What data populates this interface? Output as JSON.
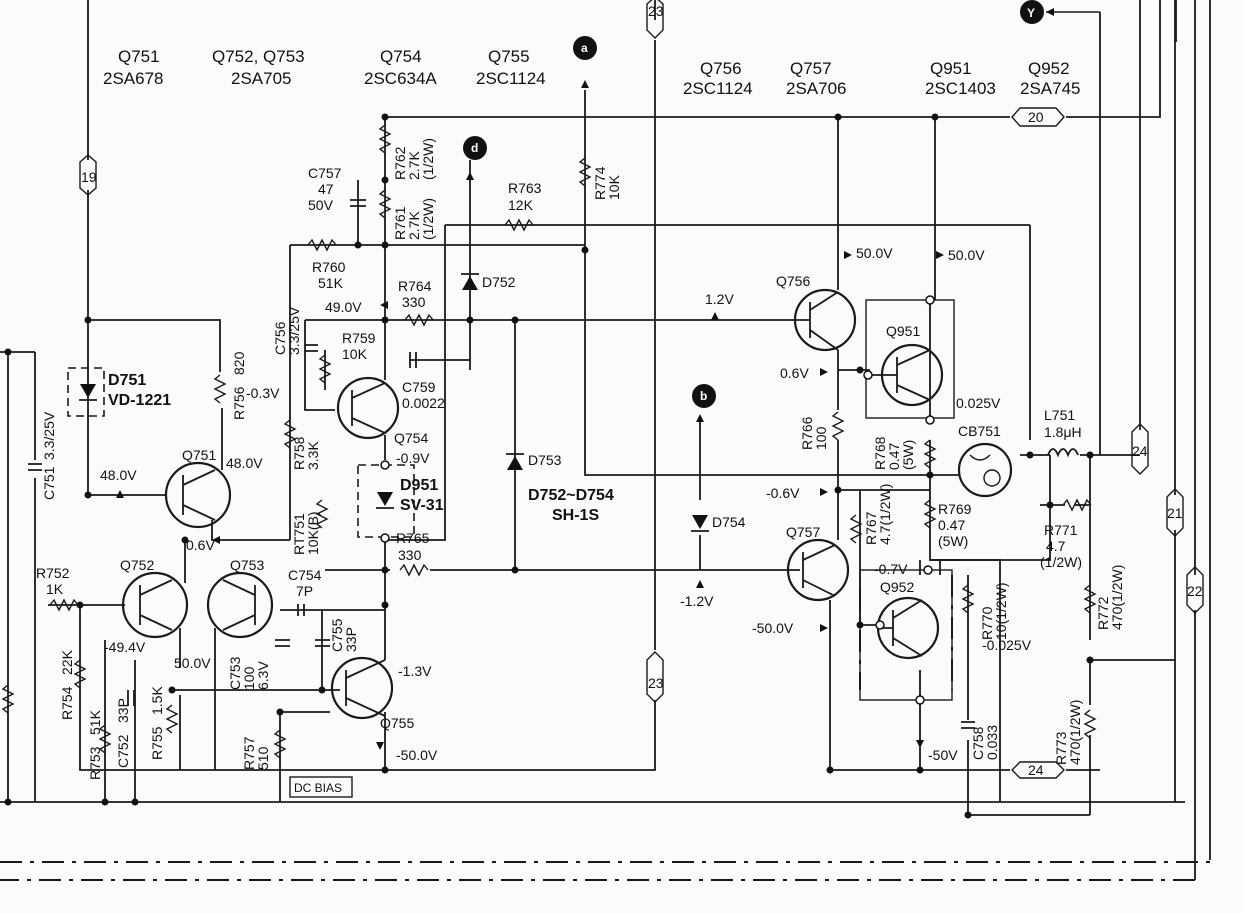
{
  "transistor_headers": [
    {
      "ref": "Q751",
      "part": "2SA678"
    },
    {
      "ref": "Q752, Q753",
      "part": "2SA705"
    },
    {
      "ref": "Q754",
      "part": "2SC634A"
    },
    {
      "ref": "Q755",
      "part": "2SC1124"
    },
    {
      "ref": "Q756",
      "part": "2SC1124"
    },
    {
      "ref": "Q757",
      "part": "2SA706"
    },
    {
      "ref": "Q951",
      "part": "2SC1403"
    },
    {
      "ref": "Q952",
      "part": "2SA745"
    }
  ],
  "components": {
    "r762": [
      "R762",
      "2.7K",
      "(1/2W)"
    ],
    "r761": [
      "R761",
      "2.7K",
      "(1/2W)"
    ],
    "r763": [
      "R763",
      "12K"
    ],
    "r774": [
      "R774",
      "10K"
    ],
    "c757": [
      "C757",
      "47",
      "50V"
    ],
    "r760": [
      "R760",
      "51K"
    ],
    "r764": [
      "R764",
      "330"
    ],
    "c756": [
      "C756",
      "3.3/25V"
    ],
    "r759": [
      "R759",
      "10K"
    ],
    "c759": [
      "C759",
      "0.0022"
    ],
    "r758": [
      "R758",
      "3.3K"
    ],
    "r7751": [
      "RT751",
      "10K(B)"
    ],
    "r765": [
      "R765",
      "330"
    ],
    "d951": [
      "D951",
      "SV-31"
    ],
    "d752": "D752",
    "d753": "D753",
    "d754": "D754",
    "diode_range": [
      "D752~D754",
      "SH-1S"
    ],
    "d751": [
      "D751",
      "VD-1221"
    ],
    "r756": [
      "R756",
      "820"
    ],
    "c751": [
      "C751",
      "3.3/25V"
    ],
    "r752": [
      "R752",
      "1K"
    ],
    "r754": [
      "R754",
      "22K"
    ],
    "r753": [
      "R753",
      "51K"
    ],
    "c752": [
      "C752",
      "33P"
    ],
    "r755": [
      "R755",
      "1.5K"
    ],
    "c753": [
      "C753",
      "100",
      "6.3V"
    ],
    "c754": [
      "C754",
      "7P"
    ],
    "c755": [
      "C755",
      "33P"
    ],
    "r757": [
      "R757",
      "510"
    ],
    "r766": [
      "R766",
      "100"
    ],
    "r767": [
      "R767",
      "4.7(1/2W)"
    ],
    "r768": [
      "R768",
      "0.47",
      "(5W)"
    ],
    "r769": [
      "R769",
      "0.47",
      "(5W)"
    ],
    "r770": [
      "R770",
      "10(1/2W)"
    ],
    "r771": [
      "R771",
      "4.7",
      "(1/2W)"
    ],
    "r772": [
      "R772",
      "470(1/2W)"
    ],
    "r773": [
      "R773",
      "470(1/2W)"
    ],
    "c758": [
      "C758",
      "0.033"
    ],
    "l751": [
      "L751",
      "1.8μH"
    ],
    "cb751": "CB751",
    "q_labels": {
      "q751": "Q751",
      "q752": "Q752",
      "q753": "Q753",
      "q754": "Q754",
      "q755": "Q755",
      "q756": "Q756",
      "q757": "Q757",
      "q951": "Q951",
      "q952": "Q952"
    },
    "dc_bias": "DC BIAS"
  },
  "voltages": {
    "v_50_q756": "50.0V",
    "v_50_q951": "50.0V",
    "v_1_2": "1.2V",
    "v_0_6_q756": "0.6V",
    "v_0_025_top": "0.025V",
    "v_neg_0_6": "-0.6V",
    "v_neg_0_7": "-0.7V",
    "v_neg_50_q757": "-50.0V",
    "v_neg_1_2": "-1.2V",
    "v_neg_0_025": "-0.025V",
    "v_neg_50_q952": "-50V",
    "v_49": "49.0V",
    "v_neg_0_3": "-0.3V",
    "v_48_left": "48.0V",
    "v_48_right": "48.0V",
    "v_0_6_q752": "0.6V",
    "v_0_9": "-0.9V",
    "v_neg_49_4": "-49.4V",
    "v_50_0_q753": "50.0V",
    "v_neg_1_3": "-1.3V",
    "v_neg_50_q755": "-50.0V"
  },
  "connectors": {
    "c19": "19",
    "c20": "20",
    "c21": "21",
    "c22": "22",
    "c23_top": "23",
    "c23_bot": "23",
    "c24_right": "24",
    "c24_bot": "24"
  },
  "tags": {
    "a": "a",
    "b": "b",
    "d": "d",
    "y": "Y"
  }
}
